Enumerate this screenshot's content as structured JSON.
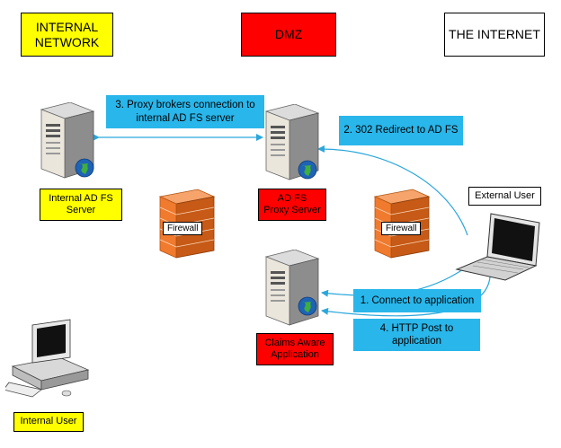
{
  "zones": {
    "internal": {
      "label": "INTERNAL\nNETWORK",
      "color": "#ffff00"
    },
    "dmz": {
      "label": "DMZ",
      "color": "#ff0000"
    },
    "internet": {
      "label": "THE INTERNET",
      "color": "#ffffff"
    }
  },
  "nodes": {
    "internal_adfs": {
      "label": "Internal AD FS\nServer",
      "color": "#ffff00"
    },
    "adfs_proxy": {
      "label": "AD FS\nProxy Server",
      "color": "#ff0000"
    },
    "claims_app": {
      "label": "Claims Aware\nApplication",
      "color": "#ff0000"
    },
    "external_user": {
      "label": "External User",
      "color": "#ffffff"
    },
    "internal_user": {
      "label": "Internal User",
      "color": "#ffff00"
    }
  },
  "firewalls": {
    "left": "Firewall",
    "right": "Firewall"
  },
  "steps": {
    "step1": "1. Connect to application",
    "step2": "2. 302 Redirect to AD FS",
    "step3": "3. Proxy brokers connection to\ninternal AD FS server",
    "step4": "4. HTTP Post to\napplication"
  },
  "colors": {
    "step_fill": "#29b6ea",
    "connector": "#2aa7dc",
    "brick": "#f07a2e"
  },
  "icons": [
    "server-icon",
    "globe-icon",
    "firewall-icon",
    "laptop-icon",
    "desktop-computer-icon"
  ]
}
